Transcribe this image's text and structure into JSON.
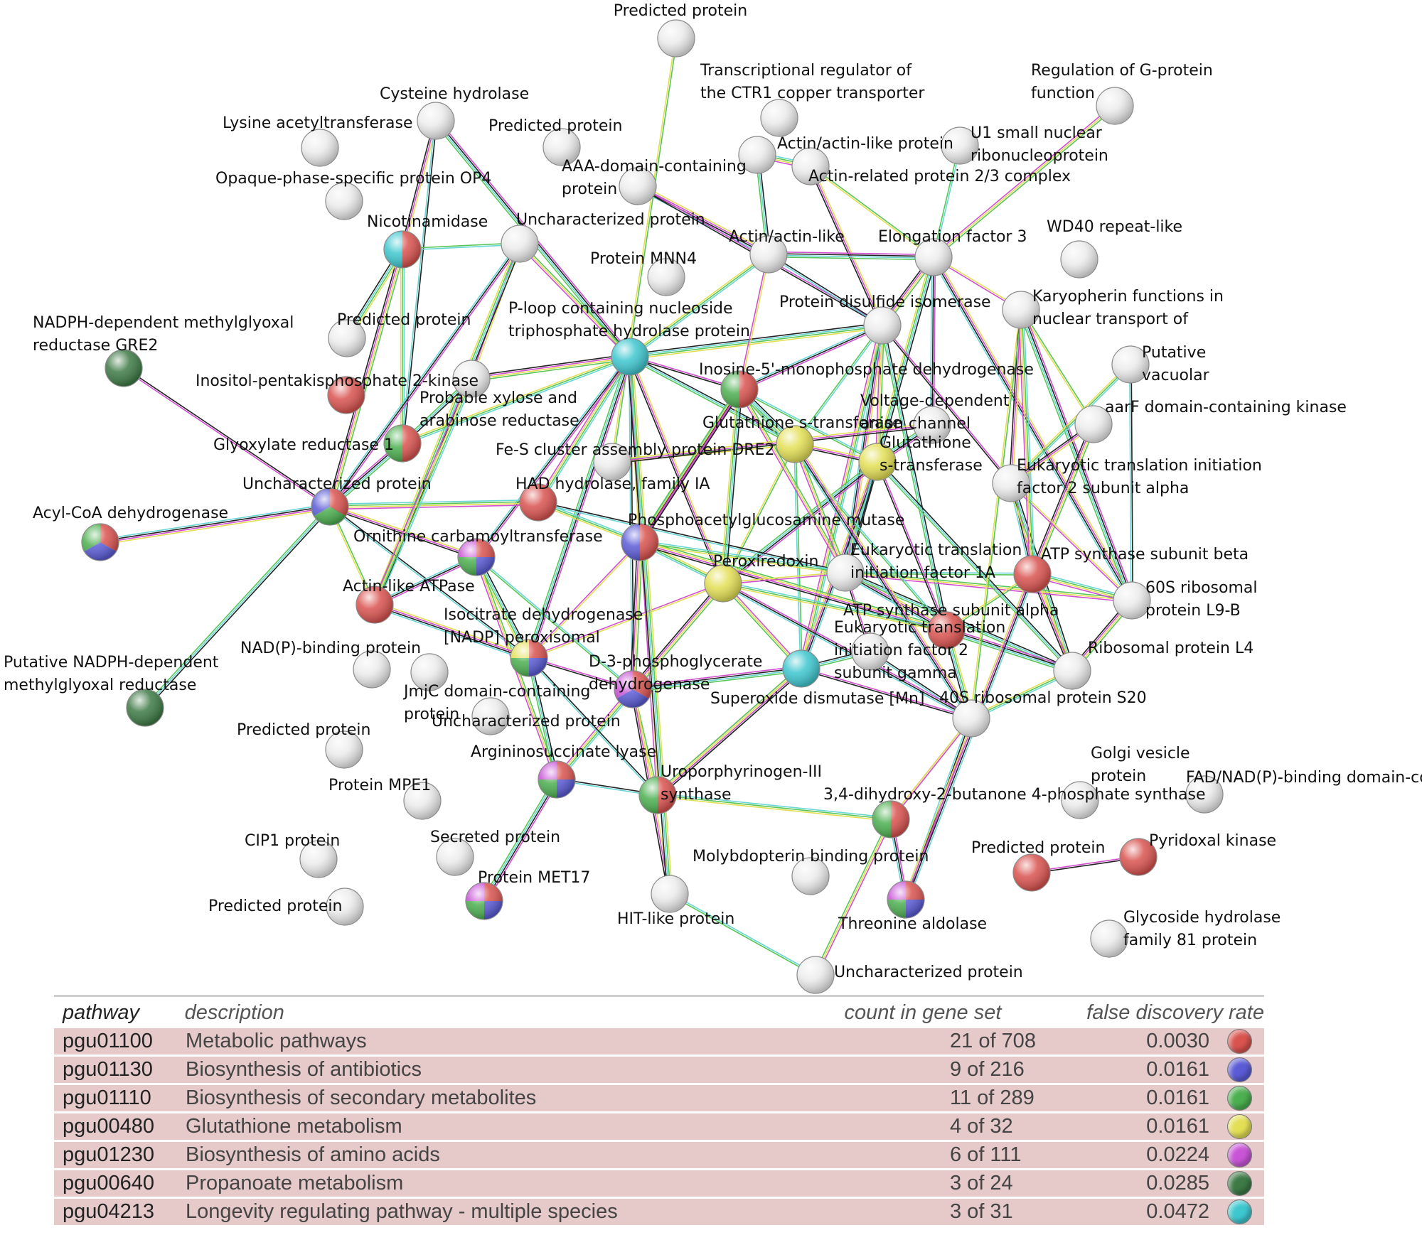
{
  "nodes": [
    {
      "id": "n1",
      "label": "Predicted protein",
      "colors": []
    },
    {
      "id": "n2",
      "label": "Transcriptional regulator of the CTR1 copper transporter",
      "colors": []
    },
    {
      "id": "n3",
      "label": "Regulation of G-protein function",
      "colors": []
    },
    {
      "id": "n4",
      "label": "Cysteine hydrolase",
      "colors": []
    },
    {
      "id": "n5",
      "label": "Lysine acetyltransferase",
      "colors": []
    },
    {
      "id": "n6",
      "label": "Predicted protein",
      "colors": []
    },
    {
      "id": "n7",
      "label": "Actin/actin-like protein",
      "colors": []
    },
    {
      "id": "n8",
      "label": "U1 small nuclear ribonucleoprotein",
      "colors": []
    },
    {
      "id": "n9",
      "label": "Actin-related protein 2/3 complex",
      "colors": []
    },
    {
      "id": "n10",
      "label": "AAA-domain-containing protein",
      "colors": []
    },
    {
      "id": "n11",
      "label": "Opaque-phase-specific protein OP4",
      "colors": []
    },
    {
      "id": "n12",
      "label": "Nicotinamidase",
      "colors": [
        "#d9534f",
        "#3ec7cf"
      ]
    },
    {
      "id": "n13",
      "label": "Uncharacterized protein",
      "colors": []
    },
    {
      "id": "n14",
      "label": "Actin/actin-like",
      "colors": []
    },
    {
      "id": "n15",
      "label": "Elongation factor 3",
      "colors": []
    },
    {
      "id": "n16",
      "label": "WD40 repeat-like",
      "colors": []
    },
    {
      "id": "n17",
      "label": "Protein MNN4",
      "colors": []
    },
    {
      "id": "n18",
      "label": "P-loop containing nucleoside triphosphate hydrolase protein",
      "colors": [
        "#3ec7cf"
      ]
    },
    {
      "id": "n19",
      "label": "Protein disulfide isomerase",
      "colors": []
    },
    {
      "id": "n20",
      "label": "Karyopherin functions in nuclear transport of",
      "colors": []
    },
    {
      "id": "n21",
      "label": "NADPH-dependent methylglyoxal reductase GRE2",
      "colors": [
        "#3d7a45"
      ]
    },
    {
      "id": "n22",
      "label": "Predicted protein",
      "colors": []
    },
    {
      "id": "n23",
      "label": "Putative vacuolar",
      "colors": []
    },
    {
      "id": "n24",
      "label": "Inositol-pentakisphosphate 2-kinase",
      "colors": [
        "#d9534f"
      ]
    },
    {
      "id": "n25",
      "label": "Probable xylose and arabinose reductase",
      "colors": []
    },
    {
      "id": "n26",
      "label": "Inosine-5'-monophosphate dehydrogenase",
      "colors": [
        "#d9534f",
        "#4caf50"
      ]
    },
    {
      "id": "n27",
      "label": "Voltage-dependent anion channel",
      "colors": []
    },
    {
      "id": "n28",
      "label": "aarF domain-containing kinase",
      "colors": []
    },
    {
      "id": "n29",
      "label": "Glutathione s-transferase",
      "colors": [
        "#e3df55"
      ]
    },
    {
      "id": "n30",
      "label": "Glyoxylate reductase 1",
      "colors": [
        "#d9534f",
        "#4caf50"
      ]
    },
    {
      "id": "n31",
      "label": "Fe-S cluster assembly protein DRE2",
      "colors": []
    },
    {
      "id": "n32",
      "label": "Glutathione s-transferase",
      "colors": [
        "#e3df55"
      ]
    },
    {
      "id": "n33",
      "label": "Eukaryotic translation initiation factor 2 subunit alpha",
      "colors": []
    },
    {
      "id": "n34",
      "label": "Uncharacterized protein",
      "colors": [
        "#d9534f",
        "#4caf50",
        "#5b5bd6"
      ]
    },
    {
      "id": "n35",
      "label": "HAD hydrolase, family IA",
      "colors": [
        "#d9534f"
      ]
    },
    {
      "id": "n36",
      "label": "Acyl-CoA dehydrogenase",
      "colors": [
        "#d9534f",
        "#5b5bd6",
        "#4caf50"
      ]
    },
    {
      "id": "n37",
      "label": "Phosphoacetylglucosamine mutase",
      "colors": [
        "#d9534f",
        "#5b5bd6"
      ]
    },
    {
      "id": "n38",
      "label": "Ornithine carbamoyltransferase",
      "colors": [
        "#d9534f",
        "#5b5bd6",
        "#4caf50",
        "#c855d6"
      ]
    },
    {
      "id": "n39",
      "label": "Peroxiredoxin",
      "colors": [
        "#e3df55"
      ]
    },
    {
      "id": "n40",
      "label": "Eukaryotic translation initiation factor 1A",
      "colors": []
    },
    {
      "id": "n41",
      "label": "ATP synthase subunit beta",
      "colors": [
        "#d9534f"
      ]
    },
    {
      "id": "n42",
      "label": "Actin-like ATPase",
      "colors": [
        "#d9534f"
      ]
    },
    {
      "id": "n43",
      "label": "60S ribosomal protein L9-B",
      "colors": []
    },
    {
      "id": "n44",
      "label": "ATP synthase subunit alpha",
      "colors": [
        "#d9534f"
      ]
    },
    {
      "id": "n45",
      "label": "Isocitrate dehydrogenase [NADP] peroxisomal",
      "colors": [
        "#d9534f",
        "#5b5bd6",
        "#4caf50",
        "#e3df55"
      ]
    },
    {
      "id": "n46",
      "label": "Putative NADPH-dependent methylglyoxal reductase",
      "colors": [
        "#3d7a45"
      ]
    },
    {
      "id": "n47",
      "label": "NAD(P)-binding protein",
      "colors": []
    },
    {
      "id": "n48",
      "label": "D-3-phosphoglycerate dehydrogenase",
      "colors": [
        "#d9534f",
        "#5b5bd6",
        "#c855d6"
      ]
    },
    {
      "id": "n49",
      "label": "Eukaryotic translation initiation factor 2 subunit gamma",
      "colors": []
    },
    {
      "id": "n50",
      "label": "Ribosomal protein L4",
      "colors": []
    },
    {
      "id": "n51",
      "label": "Superoxide dismutase [Mn]",
      "colors": [
        "#3ec7cf"
      ]
    },
    {
      "id": "n52",
      "label": "JmjC domain-containing protein",
      "colors": []
    },
    {
      "id": "n53",
      "label": "40S ribosomal protein S20",
      "colors": []
    },
    {
      "id": "n54",
      "label": "Predicted protein",
      "colors": []
    },
    {
      "id": "n55",
      "label": "Argininosuccinate lyase",
      "colors": [
        "#d9534f",
        "#5b5bd6",
        "#4caf50",
        "#c855d6"
      ]
    },
    {
      "id": "n56",
      "label": "Golgi vesicle protein",
      "colors": []
    },
    {
      "id": "n57",
      "label": "Protein MPE1",
      "colors": []
    },
    {
      "id": "n58",
      "label": "Uroporphyrinogen-III synthase",
      "colors": [
        "#d9534f",
        "#4caf50"
      ]
    },
    {
      "id": "n59",
      "label": "FAD/NAD(P)-binding domain-containing protein",
      "colors": []
    },
    {
      "id": "n60",
      "label": "3,4-dihydroxy-2-butanone 4-phosphate synthase",
      "colors": [
        "#d9534f",
        "#4caf50"
      ]
    },
    {
      "id": "n61",
      "label": "Secreted protein",
      "colors": []
    },
    {
      "id": "n62",
      "label": "CIP1 protein",
      "colors": []
    },
    {
      "id": "n63",
      "label": "Predicted protein",
      "colors": [
        "#d9534f"
      ]
    },
    {
      "id": "n64",
      "label": "Pyridoxal kinase",
      "colors": [
        "#d9534f"
      ]
    },
    {
      "id": "n65",
      "label": "Molybdopterin binding protein",
      "colors": []
    },
    {
      "id": "n66",
      "label": "Protein MET17",
      "colors": [
        "#d9534f",
        "#5b5bd6",
        "#4caf50",
        "#c855d6"
      ]
    },
    {
      "id": "n67",
      "label": "Predicted protein",
      "colors": []
    },
    {
      "id": "n68",
      "label": "HIT-like protein",
      "colors": []
    },
    {
      "id": "n69",
      "label": "Threonine aldolase",
      "colors": [
        "#d9534f",
        "#5b5bd6",
        "#4caf50",
        "#c855d6"
      ]
    },
    {
      "id": "n70",
      "label": "Glycoside hydrolase family 81 protein",
      "colors": []
    },
    {
      "id": "n71",
      "label": "Uncharacterized protein",
      "colors": []
    },
    {
      "id": "n72",
      "label": "Uncharacterized protein",
      "colors": []
    }
  ],
  "legend": {
    "headers": {
      "pathway": "pathway",
      "description": "description",
      "count": "count in gene set",
      "fdr": "false discovery rate"
    },
    "rows": [
      {
        "pathway": "pgu01100",
        "description": "Metabolic pathways",
        "count": "21 of 708",
        "fdr": "0.0030",
        "color": "#d9534f"
      },
      {
        "pathway": "pgu01130",
        "description": "Biosynthesis of antibiotics",
        "count": "9 of 216",
        "fdr": "0.0161",
        "color": "#5b5bd6"
      },
      {
        "pathway": "pgu01110",
        "description": "Biosynthesis of secondary metabolites",
        "count": "11 of 289",
        "fdr": "0.0161",
        "color": "#4caf50"
      },
      {
        "pathway": "pgu00480",
        "description": "Glutathione metabolism",
        "count": "4 of 32",
        "fdr": "0.0161",
        "color": "#e3df55"
      },
      {
        "pathway": "pgu01230",
        "description": "Biosynthesis of amino acids",
        "count": "6 of 111",
        "fdr": "0.0224",
        "color": "#c855d6"
      },
      {
        "pathway": "pgu00640",
        "description": "Propanoate metabolism",
        "count": "3 of 24",
        "fdr": "0.0285",
        "color": "#3d7a45"
      },
      {
        "pathway": "pgu04213",
        "description": "Longevity regulating pathway - multiple species",
        "count": "3 of 31",
        "fdr": "0.0472",
        "color": "#3ec7cf"
      }
    ]
  }
}
